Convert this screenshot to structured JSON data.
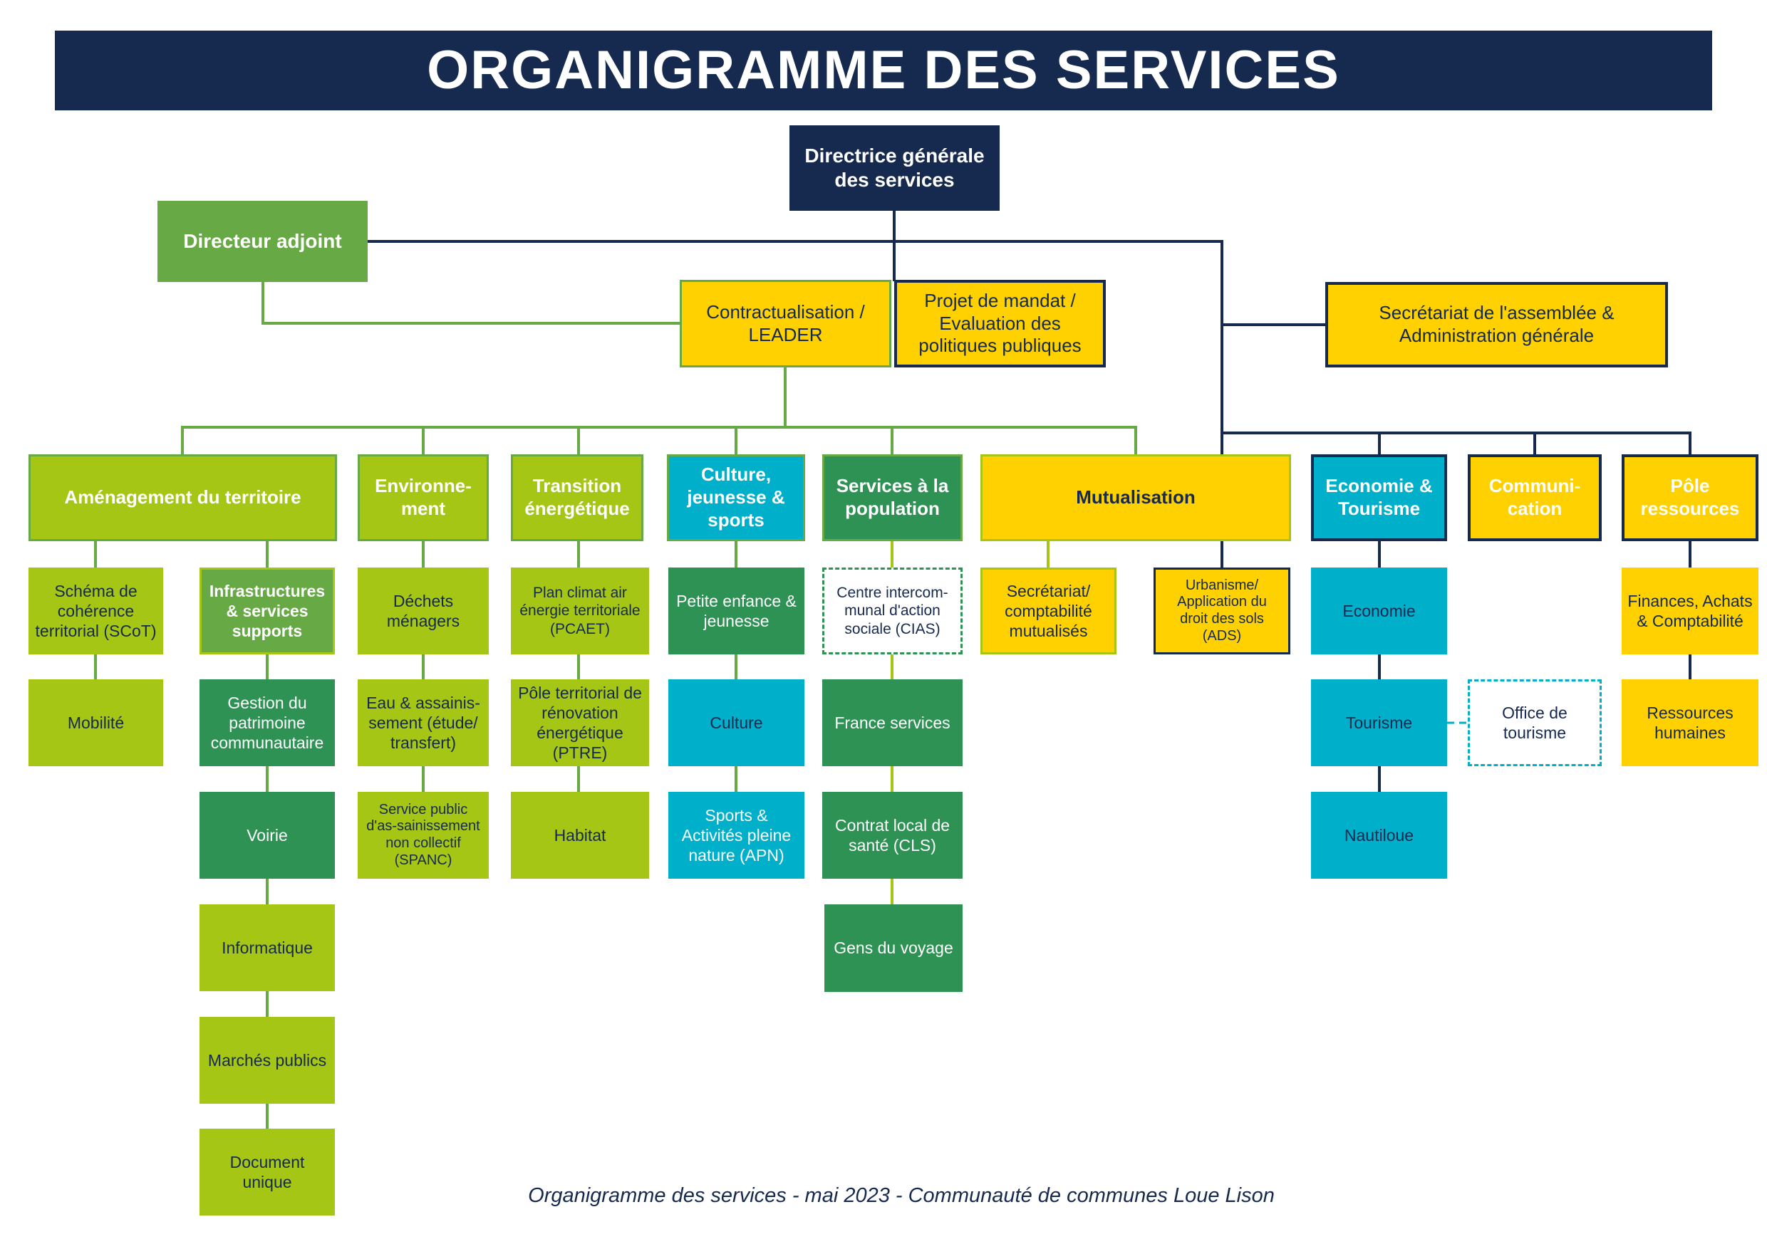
{
  "title": "ORGANIGRAMME DES SERVICES",
  "footer": "Organigramme des services - mai 2023 - Communauté de communes Loue Lison",
  "palette": {
    "navy": "#16294f",
    "green": "#67a945",
    "light_green": "#a6c616",
    "dark_green": "#2e9254",
    "cyan": "#00b0ca",
    "yellow": "#ffd100"
  },
  "nodes": {
    "dgs": "Directrice générale des services",
    "directeur_adjoint": "Directeur adjoint",
    "contractualisation": "Contractualisation / LEADER",
    "projet_mandat": "Projet de mandat / Evaluation des politiques publiques",
    "secretariat_assemblee": "Secrétariat de l'assemblée & Administration générale",
    "amenagement": "Aménagement du territoire",
    "environnement": "Environne-ment",
    "transition": "Transition énergétique",
    "culture_dept": "Culture, jeunesse & sports",
    "services_population": "Services à la population",
    "mutualisation": "Mutualisation",
    "economie_tourisme": "Economie & Tourisme",
    "communication": "Communi-cation",
    "pole_ressources": "Pôle ressources",
    "scot": "Schéma de cohérence territorial (SCoT)",
    "infrastructures": "Infrastructures & services supports",
    "dechets": "Déchets ménagers",
    "pcaet": "Plan climat air énergie territoriale (PCAET)",
    "petite_enfance": "Petite enfance & jeunesse",
    "cias": "Centre intercom-munal  d'action sociale (CIAS)",
    "secretariat_comptabilite": "Secrétariat/ comptabilité mutualisés",
    "urbanisme_ads": "Urbanisme/ Application du droit des sols (ADS)",
    "economie": "Economie",
    "finances": "Finances, Achats & Comptabilité",
    "mobilite": "Mobilité",
    "gestion_patrimoine": "Gestion du patrimoine communautaire",
    "eau_assainissement": "Eau & assainis-sement (étude/ transfert)",
    "ptre": "Pôle territorial de rénovation énergétique (PTRE)",
    "culture": "Culture",
    "france_services": "France services",
    "tourisme": "Tourisme",
    "office_tourisme": "Office de tourisme",
    "ressources_humaines": "Ressources humaines",
    "voirie": "Voirie",
    "spanc": "Service public d'as-sainissement non collectif (SPANC)",
    "habitat": "Habitat",
    "sports_apn": "Sports & Activités pleine nature (APN)",
    "contrat_sante": "Contrat local de santé (CLS)",
    "nautiloue": "Nautiloue",
    "informatique": "Informatique",
    "gens_voyage": "Gens du voyage",
    "marches_publics": "Marchés publics",
    "document_unique": "Document unique"
  }
}
